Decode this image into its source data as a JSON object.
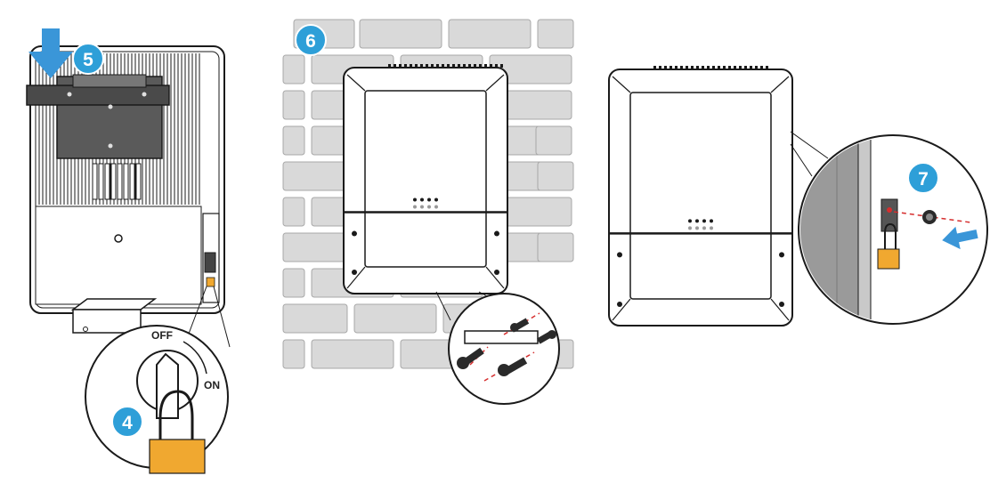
{
  "steps": [
    {
      "number": "5",
      "description_visible": false
    },
    {
      "number": "6",
      "description_visible": false
    },
    {
      "number": "4",
      "description_visible": false
    },
    {
      "number": "7",
      "description_visible": false
    }
  ],
  "switch_labels": {
    "off": "OFF",
    "on": "ON"
  },
  "colors": {
    "badge": "#2e9fd8",
    "arrow": "#3a96d8",
    "brick": "#d9d9d9",
    "brick_stroke": "#a8a8a8",
    "lock": "#f0a830",
    "outline": "#1a1a1a",
    "guide_line": "#d62e2e"
  },
  "icons": [
    "down-arrow-icon",
    "left-arrow-icon",
    "padlock-icon",
    "screw-icon"
  ]
}
